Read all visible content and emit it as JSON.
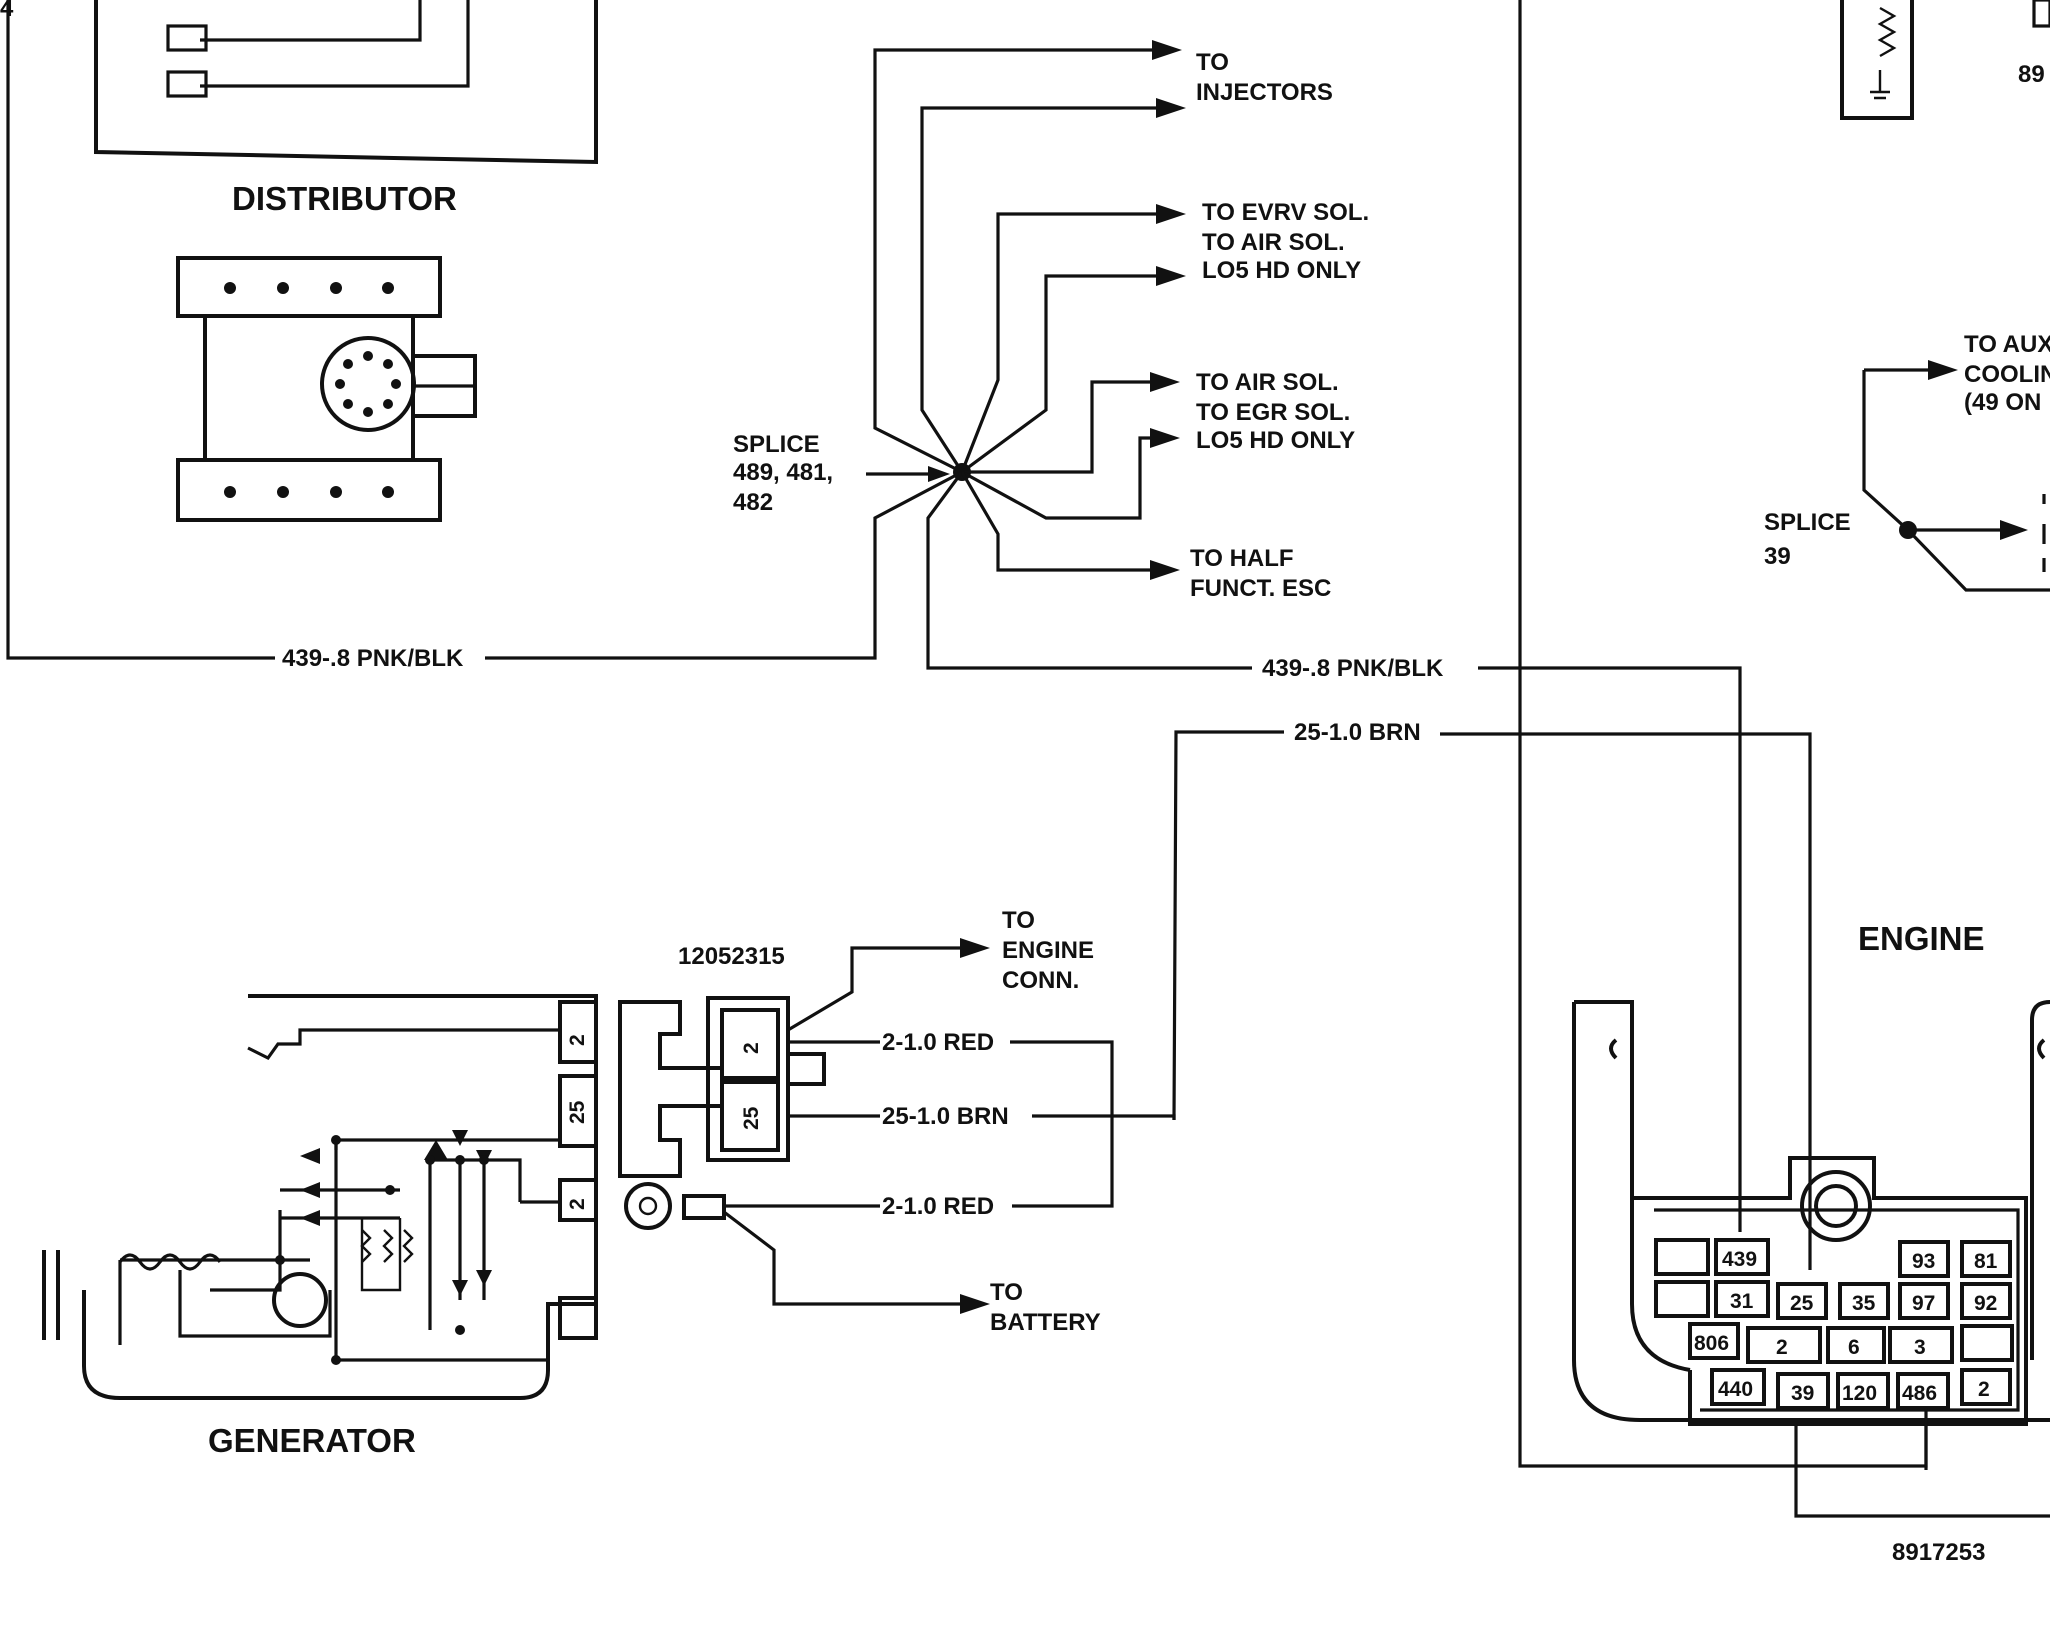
{
  "components": {
    "distributor": "DISTRIBUTOR",
    "generator": "GENERATOR",
    "engine": "ENGINE"
  },
  "splice_main": [
    "SPLICE",
    "489, 481,",
    "482"
  ],
  "splice_39": [
    "SPLICE",
    "39"
  ],
  "destinations": {
    "injectors": [
      "TO",
      "INJECTORS"
    ],
    "evrv": [
      "TO EVRV SOL.",
      "TO AIR SOL.",
      "LO5 HD ONLY"
    ],
    "egr": [
      "TO AIR SOL.",
      "TO EGR SOL.",
      "LO5 HD ONLY"
    ],
    "half_funct": [
      "TO HALF",
      "FUNCT. ESC"
    ],
    "engine_conn": [
      "TO",
      "ENGINE",
      "CONN."
    ],
    "battery": [
      "TO",
      "BATTERY"
    ],
    "aux_cooling": [
      "TO AUX",
      "COOLIN",
      "(49 ON"
    ]
  },
  "wires": {
    "pnk_blk_left": "439-.8 PNK/BLK",
    "pnk_blk_right": "439-.8 PNK/BLK",
    "brn_top": "25-1.0 BRN",
    "red_1": "2-1.0 RED",
    "brn_2": "25-1.0 BRN",
    "red_3": "2-1.0 RED"
  },
  "part_numbers": {
    "connector": "12052315",
    "engine_conn": "8917253",
    "top_right_fragment": "89",
    "left_edge_fragment": "4"
  },
  "generator_pins": [
    "2",
    "25",
    "2"
  ],
  "connector_pins": [
    "2",
    "25"
  ],
  "engine_pins": {
    "row1": [
      "439",
      "93",
      "81"
    ],
    "row2": [
      "31",
      "25",
      "35",
      "97",
      "92"
    ],
    "row3": [
      "806",
      "2",
      "6",
      "3"
    ],
    "row4": [
      "440",
      "39",
      "120",
      "486",
      "2"
    ]
  }
}
